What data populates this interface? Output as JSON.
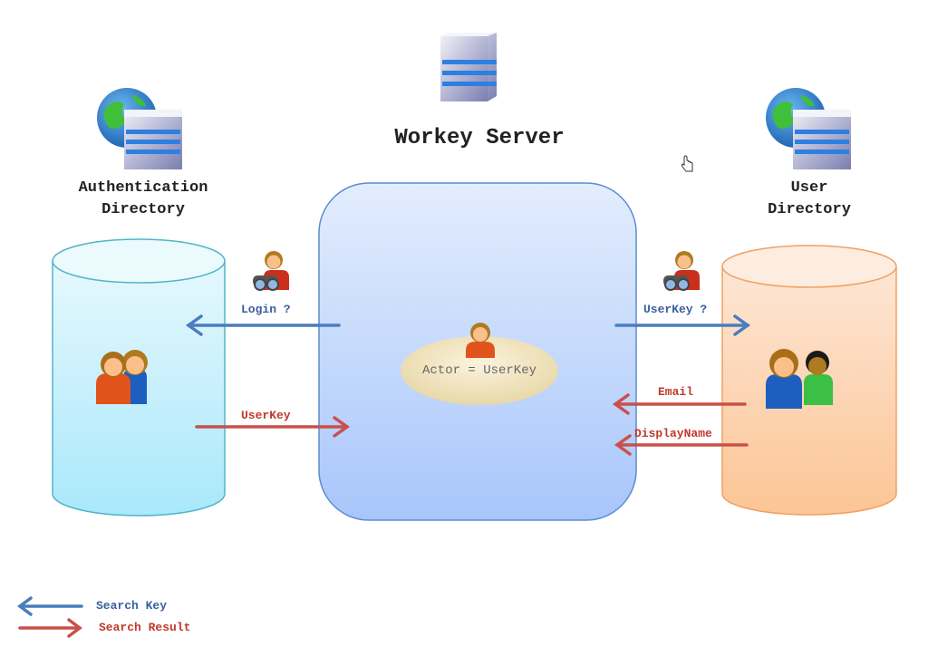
{
  "nodes": {
    "auth_directory": {
      "title_line1": "Authentication",
      "title_line2": "Directory",
      "icon": "globe-server-icon",
      "store_icon": "users-group-icon"
    },
    "workey_server": {
      "title": "Workey Server",
      "icon": "server-icon",
      "center_label": "Actor = UserKey",
      "center_icon": "user-icon"
    },
    "user_directory": {
      "title_line1": "User",
      "title_line2": "Directory",
      "icon": "globe-server-icon",
      "store_icon": "users-group-icon"
    }
  },
  "flows": {
    "login_query": {
      "label": "Login ?",
      "direction": "to-auth-directory",
      "kind": "search-key"
    },
    "userkey_result": {
      "label": "UserKey",
      "direction": "to-workey-server",
      "kind": "search-result"
    },
    "userkey_query": {
      "label": "UserKey ?",
      "direction": "to-user-directory",
      "kind": "search-key"
    },
    "email_result": {
      "label": "Email",
      "direction": "to-workey-server",
      "kind": "search-result"
    },
    "displayname_result": {
      "label": "DisplayName",
      "direction": "to-workey-server",
      "kind": "search-result"
    }
  },
  "legend": {
    "search_key": "Search Key",
    "search_result": "Search Result"
  },
  "colors": {
    "search_key": "#4a7cc0",
    "search_result": "#c9504a",
    "server_box": "#b9d1fb",
    "auth_cylinder": "#bdeefa",
    "user_cylinder": "#fdd2b0"
  }
}
